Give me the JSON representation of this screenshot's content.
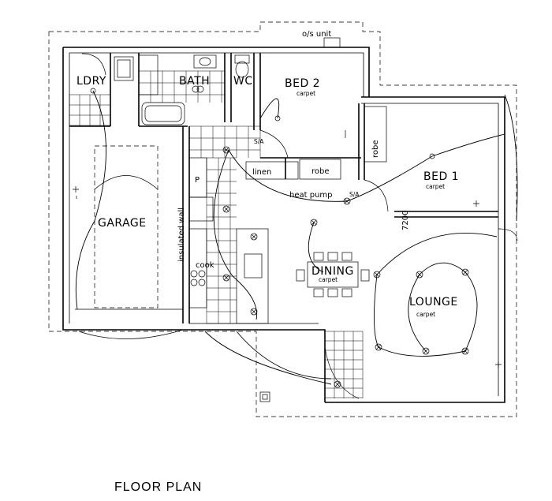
{
  "plan": {
    "title": "FLOOR PLAN",
    "outdoor_unit": "o/s unit",
    "dimension": "7200",
    "rooms": {
      "laundry": "LDRY",
      "bath": "BATH",
      "wc": "WC",
      "bed2": "BED 2",
      "bed1": "BED 1",
      "garage": "GARAGE",
      "dining": "DINING",
      "lounge": "LOUNGE",
      "cook": "cook",
      "pantry": "P"
    },
    "finishes": {
      "bed2": "carpet",
      "bed1": "carpet",
      "dining": "carpet",
      "lounge": "carpet"
    },
    "fixtures": {
      "linen": "linen",
      "robe_hall": "robe",
      "robe_bed1": "robe",
      "heat_pump": "heat pump",
      "sa_hall": "S/A",
      "sa_heat": "S/A",
      "insulated_wall": "insulated wall"
    }
  }
}
